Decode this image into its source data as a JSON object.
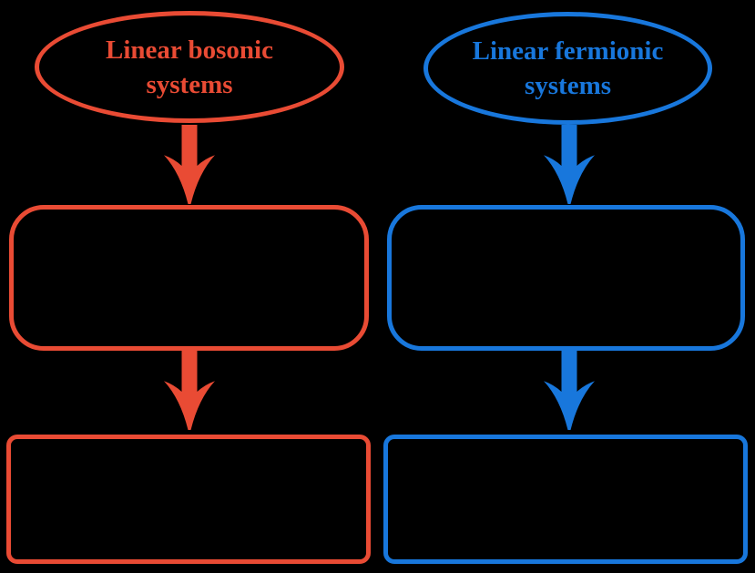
{
  "background": "#000000",
  "diagram": {
    "columns": [
      {
        "name": "bosonic",
        "color": "#E94B34",
        "ellipse": {
          "line1": "Linear bosonic",
          "line2": "systems"
        }
      },
      {
        "name": "fermionic",
        "color": "#1877DC",
        "ellipse": {
          "line1": "Linear fermionic",
          "line2": "systems"
        }
      }
    ]
  }
}
